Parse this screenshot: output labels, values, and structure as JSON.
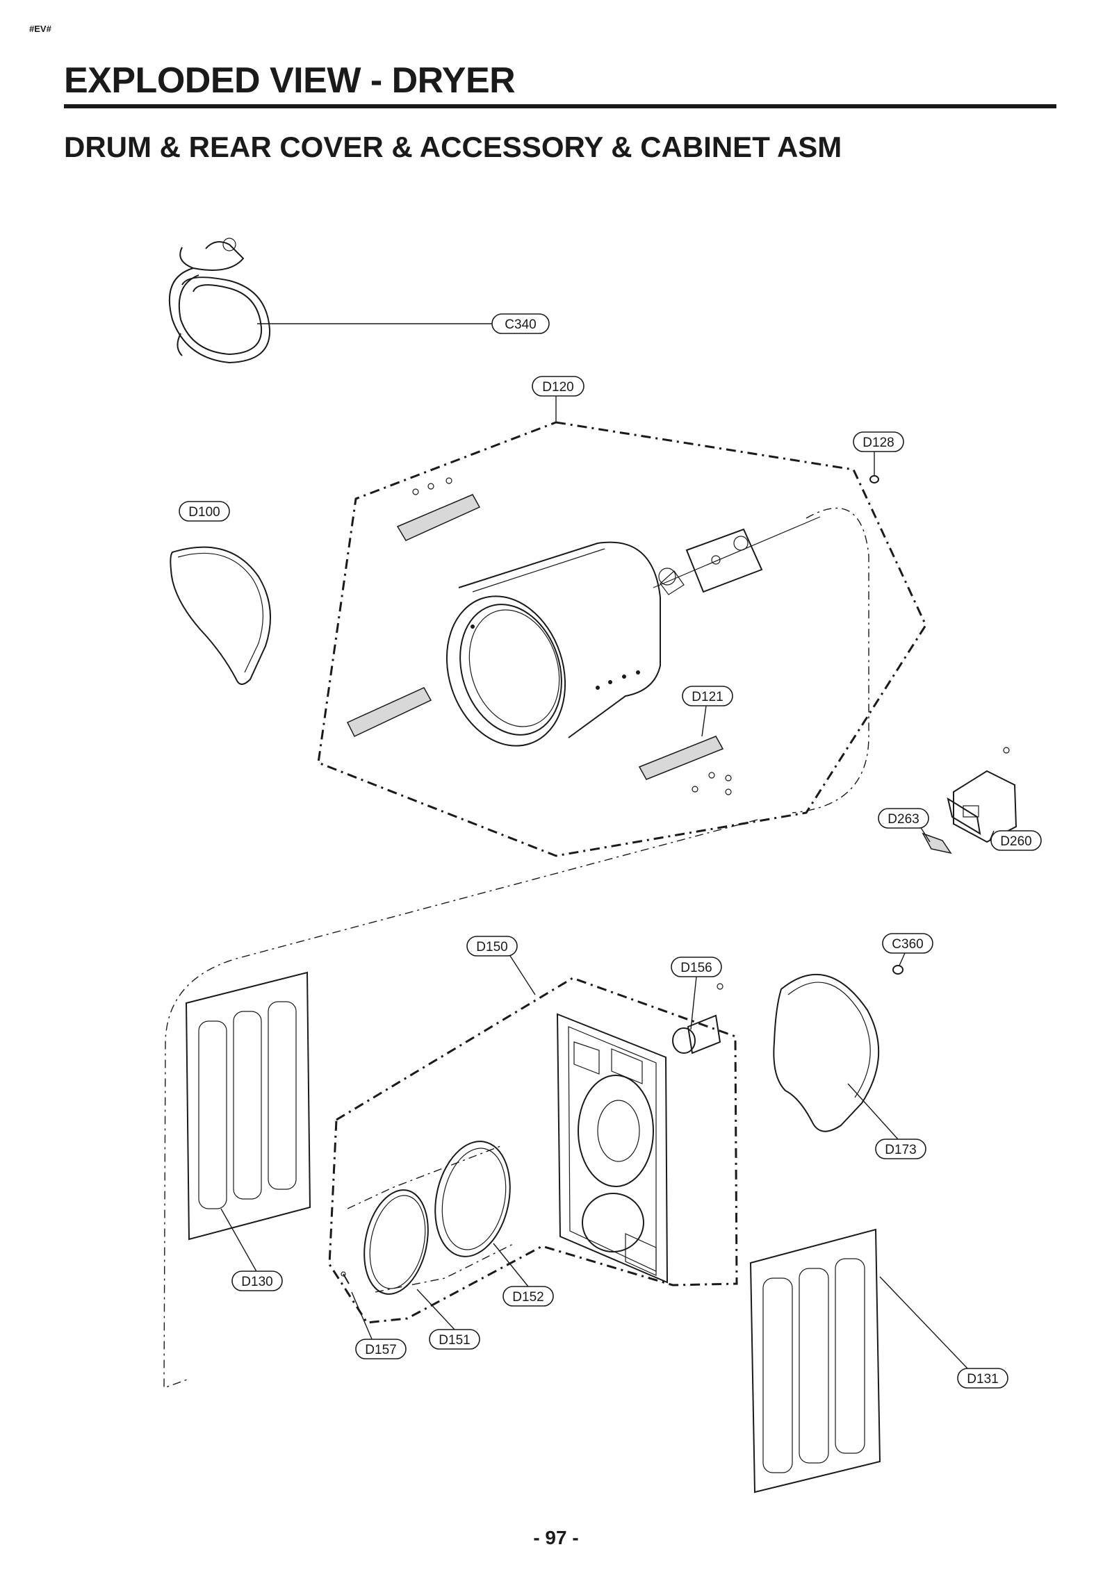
{
  "header": {
    "tag": "#EV#",
    "title": "EXPLODED VIEW - DRYER",
    "subtitle": "DRUM & REAR COVER & ACCESSORY & CABINET ASM"
  },
  "parts": {
    "c340": "C340",
    "d120": "D120",
    "d128": "D128",
    "d100": "D100",
    "d121": "D121",
    "d263": "D263",
    "d260": "D260",
    "d150": "D150",
    "d156": "D156",
    "c360": "C360",
    "d173": "D173",
    "d130": "D130",
    "d152": "D152",
    "d157": "D157",
    "d151": "D151",
    "d131": "D131"
  },
  "footer": {
    "page_number": "- 97 -"
  }
}
